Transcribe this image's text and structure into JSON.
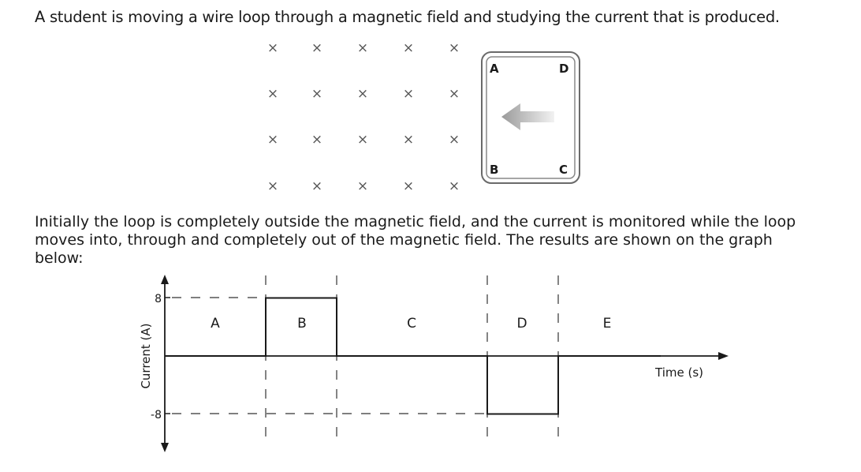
{
  "intro": "A student is moving a wire loop through a magnetic field and studying the current that is produced.",
  "field_symbol": "×",
  "loop": {
    "corners": [
      "A",
      "D",
      "B",
      "C"
    ]
  },
  "paragraph": "Initially the loop is completely outside the magnetic field, and the current is monitored while the loop moves into, through and completely out of the magnetic field. The results are shown on the graph below:",
  "chart_data": {
    "type": "line",
    "ylabel": "Current (A)",
    "xlabel": "Time (s)",
    "yticks": [
      "8",
      "-8"
    ],
    "ylim": [
      -8,
      8
    ],
    "regions": [
      "A",
      "B",
      "C",
      "D",
      "E"
    ],
    "series": [
      {
        "values": [
          0,
          8,
          0,
          -8,
          0
        ]
      }
    ]
  }
}
